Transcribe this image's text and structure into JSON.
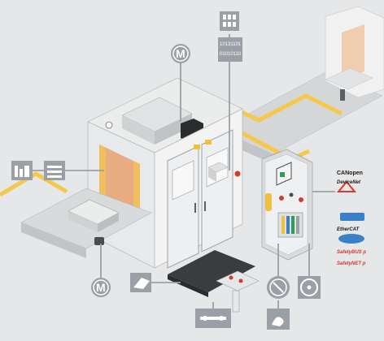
{
  "scene": "industrial automation cell with control cabinet and fieldbus networks",
  "icons": [
    {
      "name": "motor-icon",
      "symbol": "M"
    },
    {
      "name": "motor-icon-2",
      "symbol": "M"
    },
    {
      "name": "binary-data-icon",
      "lines": [
        "10131101",
        "01010110"
      ]
    },
    {
      "name": "building-icon"
    },
    {
      "name": "factory-icon"
    },
    {
      "name": "conveyor-icon"
    },
    {
      "name": "scanner-icon"
    },
    {
      "name": "pushbutton-icon"
    },
    {
      "name": "gauge-icon"
    },
    {
      "name": "disc-icon"
    },
    {
      "name": "hand-sensor-icon"
    },
    {
      "name": "transfer-icon"
    }
  ],
  "binary_text": {
    "line1": "10131101",
    "line2": "01010110"
  },
  "motor_symbol": "M",
  "network_logos": {
    "canopen": "CANopen",
    "devicenet": "DeviceNet",
    "ethercat": "EtherCAT",
    "safetybus": "SafetyBUS p",
    "safetynet": "SafetyNET p"
  },
  "colors": {
    "background": "#e6e7e8",
    "network_line": "#f5c84a",
    "accent_orange": "#e8a070",
    "icon_gray": "#9aa0a6",
    "cabinet_gray": "#d9dbdd"
  }
}
